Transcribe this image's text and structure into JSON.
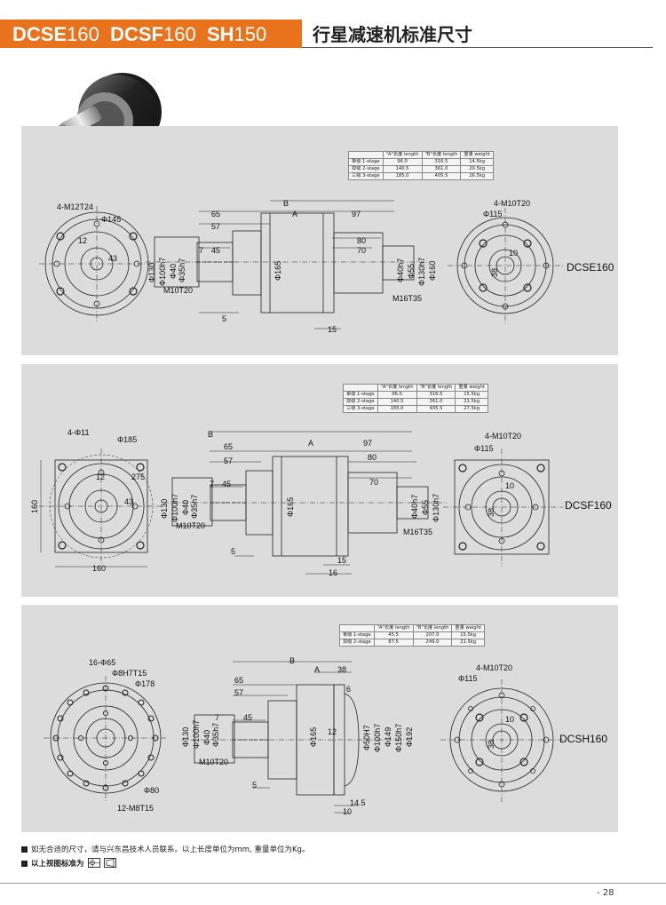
{
  "header": {
    "models": [
      {
        "bold": "DCSE",
        "thin": "160"
      },
      {
        "bold": "DCSF",
        "thin": "160"
      },
      {
        "bold": "SH",
        "thin": "150"
      }
    ],
    "title": "行星减速机标准尺寸"
  },
  "spec_header": {
    "col_a": "\"A\"长度 length",
    "col_b": "\"B\"长度 length",
    "col_w": "重量 weight"
  },
  "panels": [
    {
      "model_label": "DCSE160",
      "rows": [
        {
          "stage": "单级 1-stage",
          "a": "96.0",
          "b": "316.5",
          "w": "14.5kg"
        },
        {
          "stage": "双级 2-stage",
          "a": "140.5",
          "b": "361.0",
          "w": "20.5kg"
        },
        {
          "stage": "三级 3-stage",
          "a": "185.0",
          "b": "405.5",
          "w": "26.5kg"
        }
      ],
      "dims": {
        "front_holes": "4-M12T24",
        "front_pcd": "Φ145",
        "front_12": "12",
        "front_43": "43",
        "d65": "65",
        "d57": "57",
        "d7": "7",
        "d45": "45",
        "d5": "5",
        "B": "B",
        "A": "A",
        "d97": "97",
        "d80": "80",
        "d70": "70",
        "d15": "15",
        "phi130": "Φ130",
        "phi100h7": "Φ100h7",
        "phi40": "Φ40",
        "phi35h7": "Φ35h7",
        "m10": "M10T20",
        "phi165": "Φ165",
        "phi40h7": "Φ40h7",
        "phi55": "Φ55",
        "phi130h7": "Φ130h7",
        "phi160": "Φ160",
        "m16": "M16T35",
        "rear_holes": "4-M10T20",
        "rear_pcd": "Φ115",
        "rear_10": "10",
        "rear_38": "38"
      }
    },
    {
      "model_label": "DCSF160",
      "rows": [
        {
          "stage": "单级 1-stage",
          "a": "96.0",
          "b": "316.5",
          "w": "15.5kg"
        },
        {
          "stage": "双级 2-stage",
          "a": "140.5",
          "b": "361.0",
          "w": "21.5kg"
        },
        {
          "stage": "三级 3-stage",
          "a": "185.0",
          "b": "405.5",
          "w": "27.5kg"
        }
      ],
      "dims": {
        "front_holes": "4-Φ11",
        "front_pcd": "Φ185",
        "front_12": "12",
        "front_43": "43",
        "front_275": "275",
        "side_160": "160",
        "bottom_160": "160",
        "d65": "65",
        "d57": "57",
        "d7": "7",
        "d45": "45",
        "d5": "5",
        "B": "B",
        "A": "A",
        "d97": "97",
        "d80": "80",
        "d70": "70",
        "d15": "15",
        "d16": "16",
        "phi130": "Φ130",
        "phi100h7": "Φ100h7",
        "phi40": "Φ40",
        "phi35h7": "Φ35h7",
        "m10": "M10T20",
        "phi165": "Φ165",
        "phi40h7": "Φ40h7",
        "phi55": "Φ55",
        "phi130h7": "Φ130h7",
        "m16": "M16T35",
        "rear_holes": "4-M10T20",
        "rear_pcd": "Φ115",
        "rear_10": "10",
        "rear_38": "38"
      }
    },
    {
      "model_label": "DCSH160",
      "rows": [
        {
          "stage": "单级 1-stage",
          "a": "45.5",
          "b": "207.0",
          "w": "15.5kg"
        },
        {
          "stage": "双级 2-stage",
          "a": "87.5",
          "b": "249.0",
          "w": "21.5kg"
        }
      ],
      "dims": {
        "front_holes": "16-Φ65",
        "front_pin": "Φ8H7T15",
        "front_178": "Φ178",
        "front_80": "Φ80",
        "front_m8": "12-M8T15",
        "d65": "65",
        "d57": "57",
        "d7": "7",
        "d45": "45",
        "d5": "5",
        "B": "B",
        "A": "A",
        "d38": "38",
        "d6": "6",
        "d12": "12",
        "d145": "14.5",
        "d10": "10",
        "phi130": "Φ130",
        "phi100h7": "Φ100h7",
        "phi40": "Φ40",
        "phi35h7": "Φ35h7",
        "m10": "M10T20",
        "phi165": "Φ165",
        "phi50h7": "Φ50H7",
        "phi100h7b": "Φ100h7",
        "phi149": "Φ149",
        "phi150h7": "Φ150h7",
        "phi192": "Φ192",
        "rear_holes": "4-M10T20",
        "rear_pcd": "Φ115",
        "rear_10": "10",
        "rear_38": "38"
      }
    }
  ],
  "notes": {
    "line1": "如无合适的尺寸，请与兴东昌技术人员联系。以上长度单位为mm, 重量单位为Kg。",
    "line2": "以上视图标准为"
  },
  "page_number": "- 28"
}
